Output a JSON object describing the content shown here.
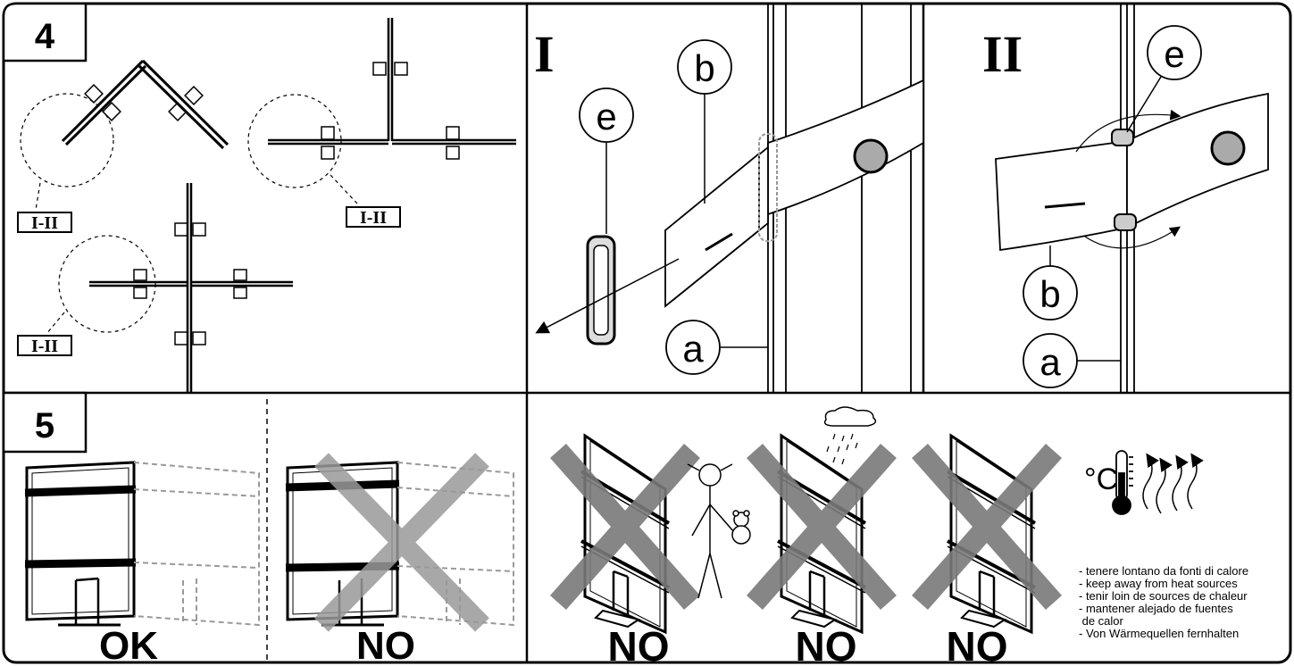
{
  "step4": {
    "number": "4",
    "callouts": [
      "I-II",
      "I-II",
      "I-II"
    ],
    "detail_I": {
      "numeral": "I",
      "labels": {
        "e": "e",
        "b": "b",
        "a": "a"
      }
    },
    "detail_II": {
      "numeral": "II",
      "labels": {
        "e": "e",
        "b": "b",
        "a": "a"
      }
    }
  },
  "step5": {
    "number": "5",
    "ok_label": "OK",
    "no_label": "NO"
  },
  "warnings": {
    "no_labels": [
      "NO",
      "NO",
      "NO"
    ],
    "temperature_symbol": "°C",
    "icons": [
      "thermometer-icon",
      "heat-waves-icon",
      "rain-cloud-icon",
      "child-icon",
      "teddy-bear-icon"
    ],
    "heat_text": [
      "- tenere lontano da fonti di calore",
      "- keep away from heat sources",
      "- tenir loin de sources de chaleur",
      "- mantener alejado de fuentes",
      " de calor",
      "- Von Wärmequellen fernhalten"
    ]
  }
}
